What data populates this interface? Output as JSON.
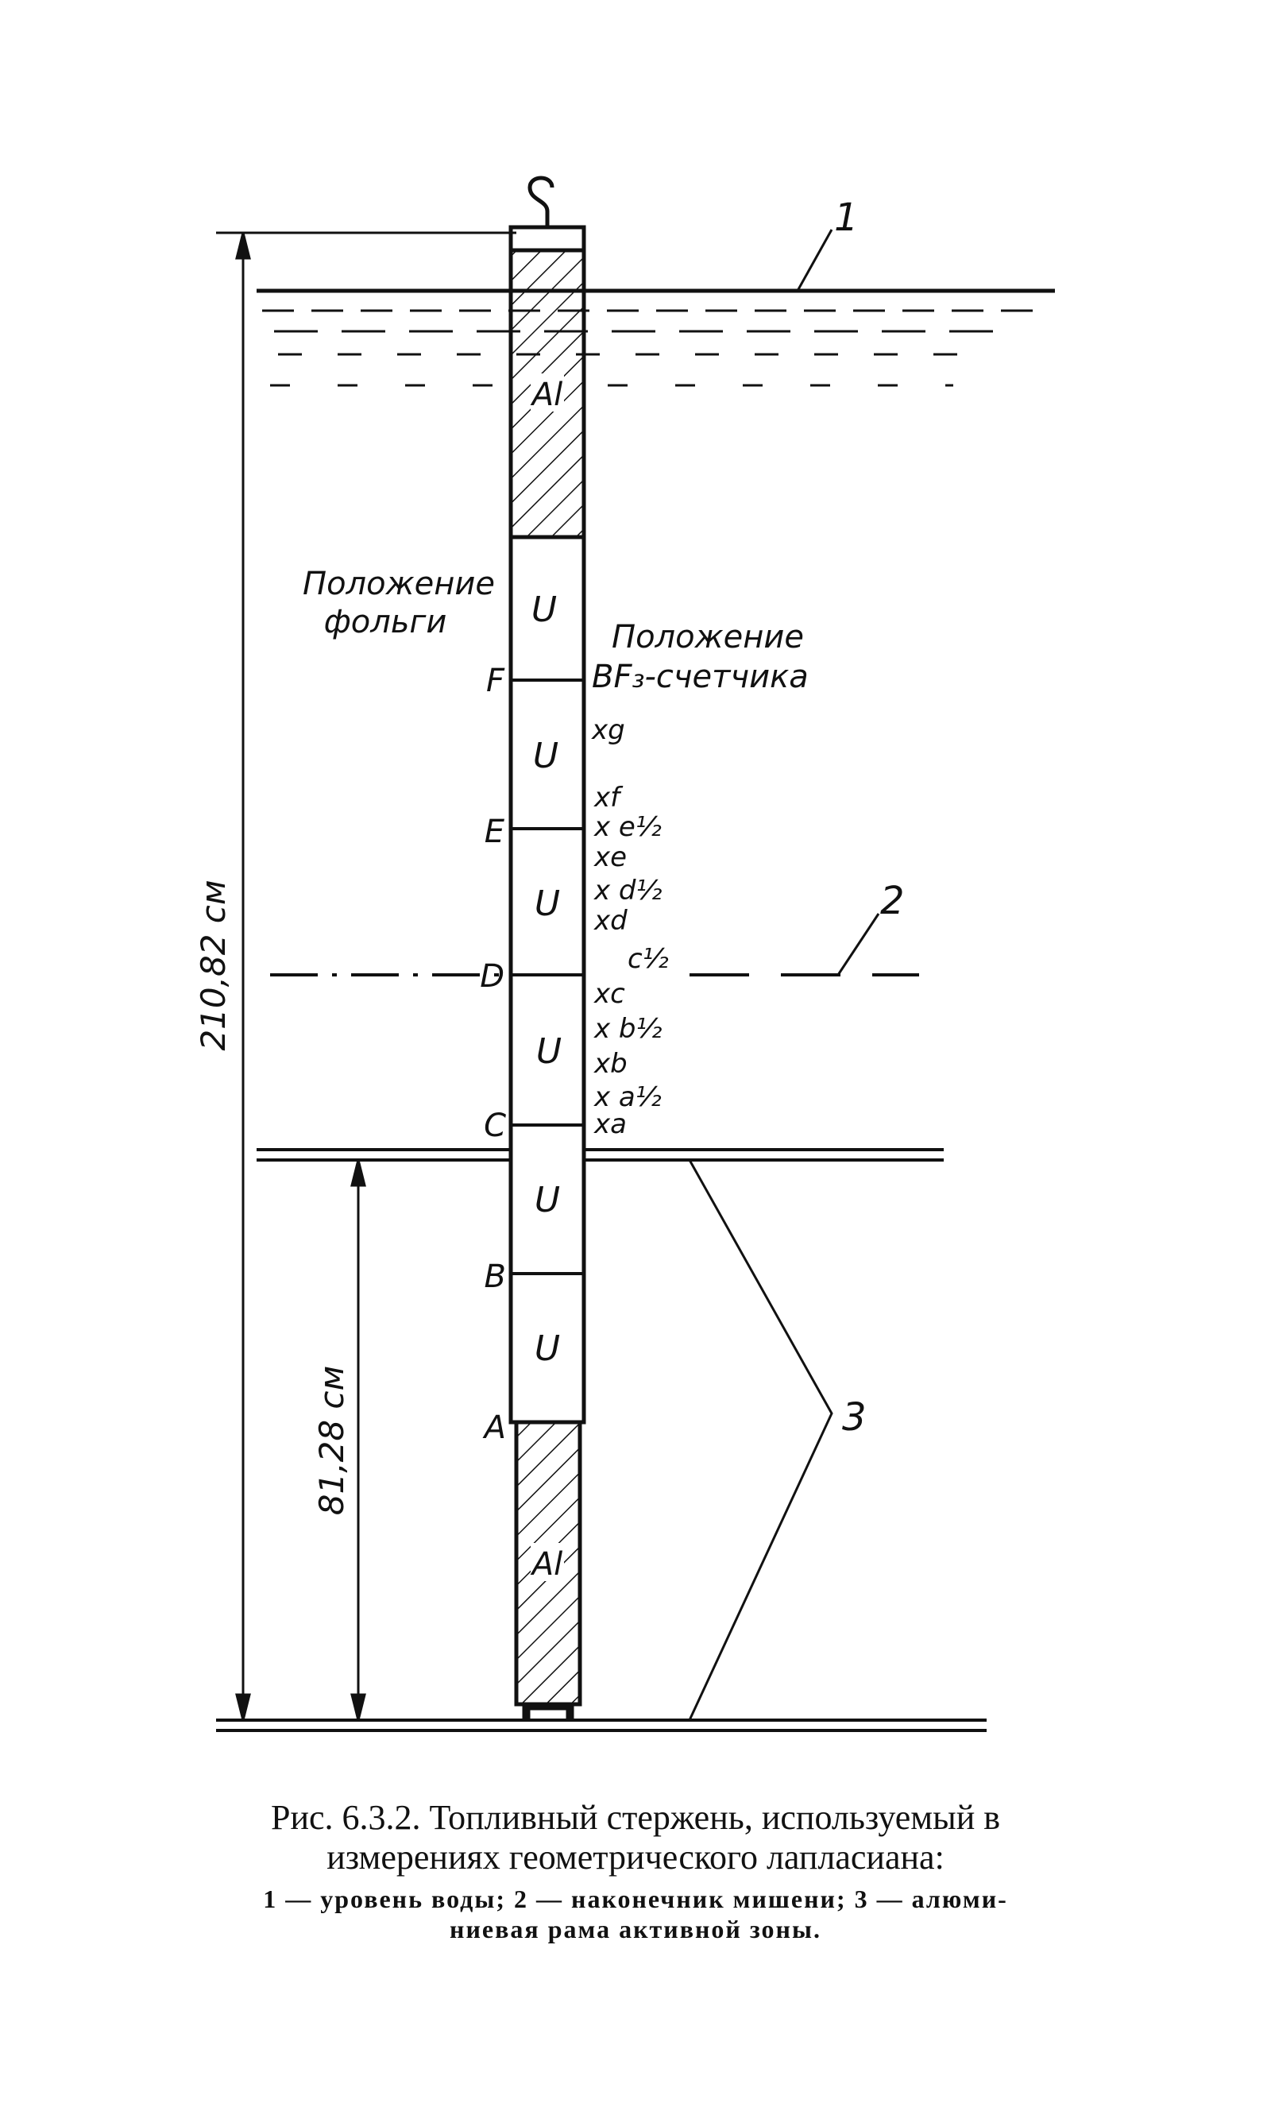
{
  "diagram": {
    "callouts": {
      "water_level": "1",
      "target_tip": "2",
      "frame": "3"
    },
    "dimensions": {
      "total_height": "210,82 см",
      "lower_height": "81,28 см"
    },
    "materials": {
      "aluminum": "Al",
      "uranium": "U"
    },
    "foil_positions_title": [
      "Положение",
      "фольги"
    ],
    "foil_positions": [
      "F",
      "E",
      "D",
      "C",
      "B",
      "A"
    ],
    "counter_title": [
      "Положение",
      "BF₃-счетчика"
    ],
    "counter_positions": [
      "xg",
      "xf",
      "x e½",
      "xe",
      "x d½",
      "xd",
      "c½",
      "xc",
      "x b½",
      "xb",
      "x a½",
      "xa"
    ]
  },
  "caption": {
    "line1": "Рис. 6.3.2. Топливный стержень, используемый в",
    "line2": "измерениях геометрического лапласиана:",
    "line3": "1 — уровень воды; 2 — наконечник мишени; 3 — алюми-",
    "line4": "ниевая рама активной зоны."
  }
}
